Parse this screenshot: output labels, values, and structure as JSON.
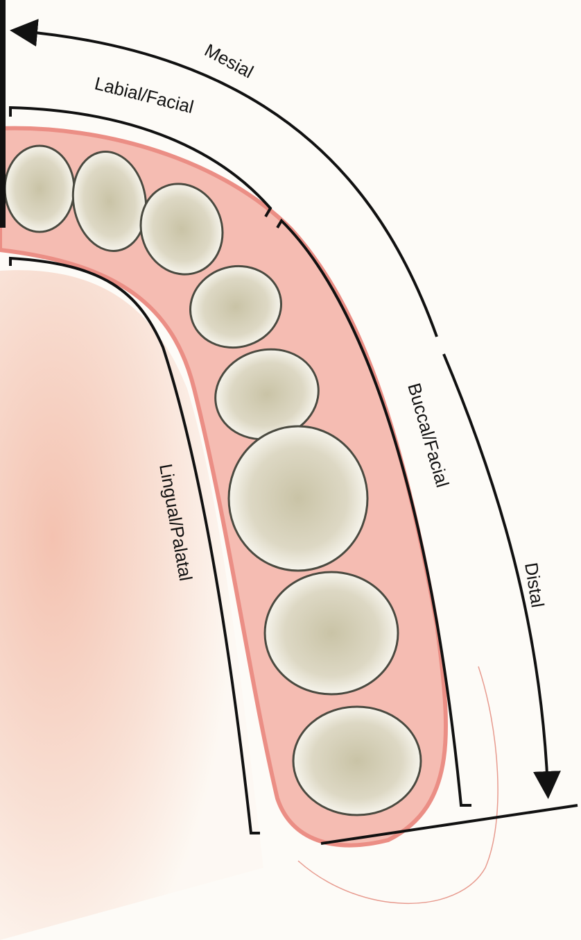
{
  "diagram": {
    "labels": {
      "mesial": "Mesial",
      "labial_facial": "Labial/Facial",
      "buccal_facial": "Buccal/Facial",
      "lingual_palatal": "Lingual/Palatal",
      "distal": "Distal"
    },
    "colors": {
      "gum": "#e8736a",
      "gum_light": "#f6c9bf",
      "palate": "#f4cbb8",
      "tooth": "#f4f1e6",
      "tooth_shade": "#bdb79c",
      "line": "#111111"
    }
  }
}
